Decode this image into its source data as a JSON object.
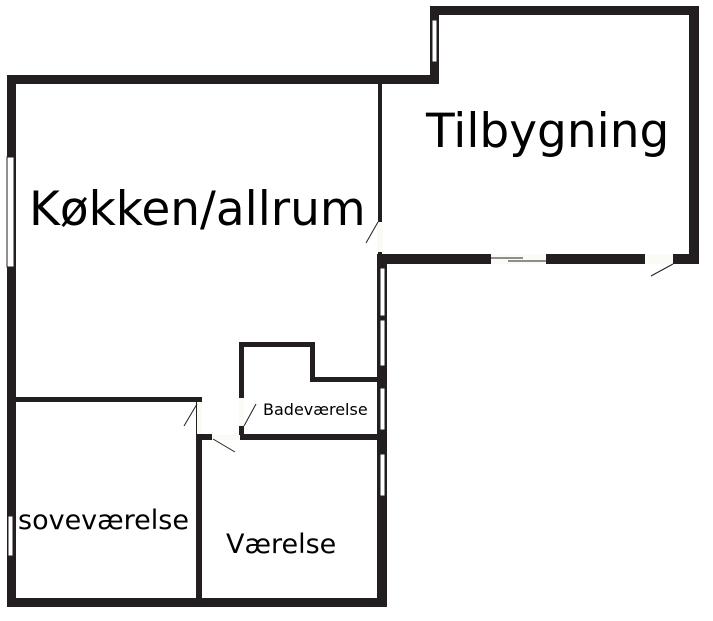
{
  "floorplan": {
    "rooms": [
      {
        "id": "kokken",
        "label": "Køkken/allrum"
      },
      {
        "id": "tilbygning",
        "label": "Tilbygning"
      },
      {
        "id": "badevaerelse",
        "label": "Badeværelse"
      },
      {
        "id": "sovevaerelse",
        "label": "soveværelse"
      },
      {
        "id": "vaerelse",
        "label": "Værelse"
      }
    ],
    "colors": {
      "wall": "#231f20",
      "window": "#ffffff",
      "door_opening": "#fbfbf5",
      "background": "#ffffff"
    }
  }
}
